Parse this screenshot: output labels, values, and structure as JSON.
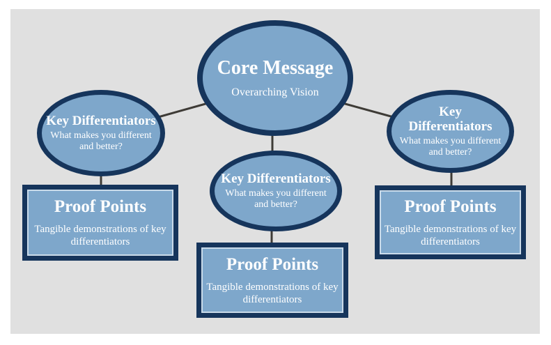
{
  "diagram": {
    "core": {
      "title": "Core Message",
      "subtitle": "Overarching Vision"
    },
    "differentiators": [
      {
        "title": "Key Differentiators",
        "subtitle": "What makes you different and better?"
      },
      {
        "title": "Key Differentiators",
        "subtitle": "What makes you different and better?"
      },
      {
        "title": "Key Differentiators",
        "subtitle": "What makes you different and better?"
      }
    ],
    "proof_points": [
      {
        "title": "Proof Points",
        "subtitle": "Tangible demonstrations of key differentiators"
      },
      {
        "title": "Proof Points",
        "subtitle": "Tangible demonstrations of key differentiators"
      },
      {
        "title": "Proof Points",
        "subtitle": "Tangible demonstrations of key differentiators"
      }
    ],
    "colors": {
      "node_fill": "#7EA7CB",
      "node_border": "#16355C",
      "connector": "#3E3B36",
      "canvas_background": "#E0E0E0",
      "text": "#FFFFFF"
    }
  }
}
